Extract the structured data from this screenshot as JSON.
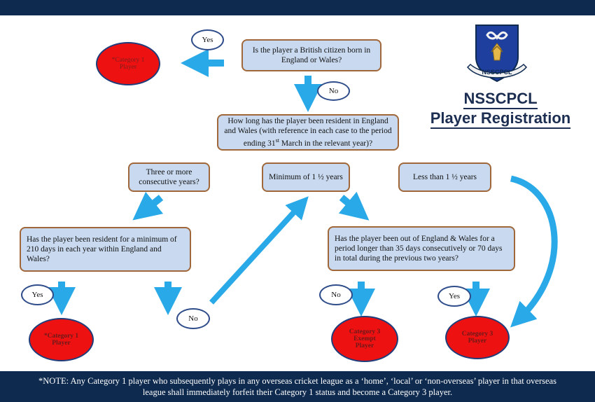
{
  "header": {
    "bar_color": "#0e2a4f"
  },
  "logo": {
    "text": "NSSCPCL"
  },
  "title": {
    "line1": "NSSCPCL",
    "line2": "Player Registration"
  },
  "questions": {
    "q1": "Is the player a British citizen born in England or Wales?",
    "q2_pre": "How long has the player been resident in England and Wales (with reference in each case to the period ending 31",
    "q2_sup": "st",
    "q2_post": " March in the relevant year)?",
    "q3": "Has the player been resident for a minimum of 210 days in each year within England and Wales?",
    "q4": "Has the player been out of England & Wales for a period longer than 35 days consecutively or 70 days in total during the previous two years?"
  },
  "options": {
    "three_or_more": "Three or more consecutive years?",
    "minimum": "Minimum of  1 ½ years",
    "less_than": "Less than 1 ½ years"
  },
  "answers": {
    "yes_top": "Yes",
    "no_top": "No",
    "yes_left": "Yes",
    "no_left": "No",
    "no_right": "No",
    "yes_right": "Yes"
  },
  "outcomes": {
    "cat1_top": "*Category 1 Player",
    "cat1_bottom": "*Category 1 Player",
    "cat3_exempt": "Category 3 Exempt Player",
    "cat3": "Category 3 Player"
  },
  "note": "*NOTE: Any Category 1 player who subsequently plays in any overseas cricket league as a ‘home’, ‘local’ or ‘non-overseas’ player in that overseas league shall immediately forfeit their Category 1 status and become a Category 3 player.",
  "colors": {
    "arrow": "#29a9e8",
    "box_fill": "#c9daf0",
    "box_border": "#a0683a",
    "outcome": "#ee1111",
    "navy": "#0e2a4f"
  }
}
